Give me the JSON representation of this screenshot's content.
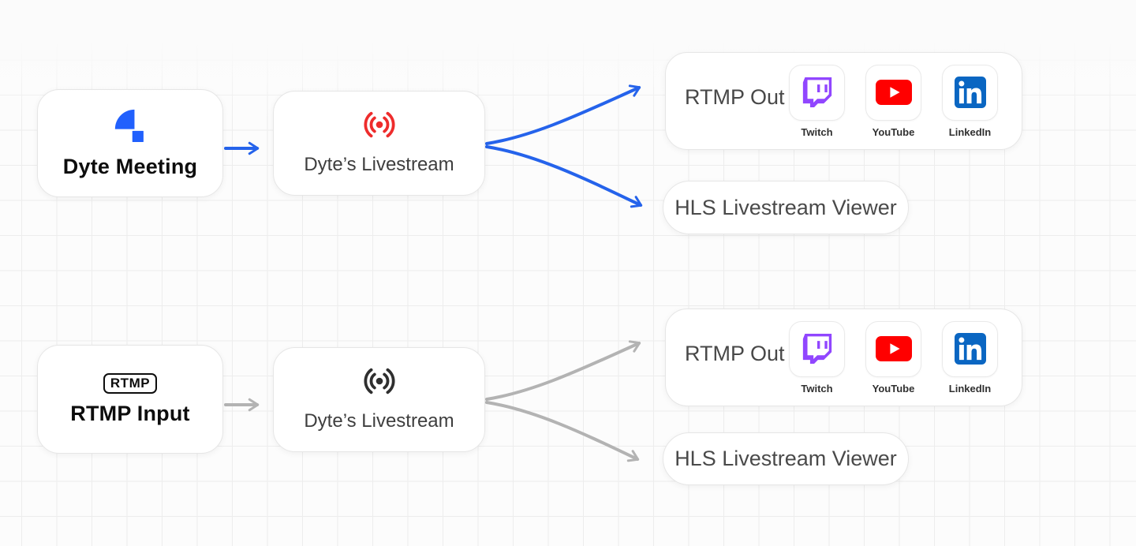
{
  "diagram": {
    "top_flow": {
      "source": {
        "label": "Dyte Meeting"
      },
      "livestream": {
        "label": "Dyte’s Livestream"
      },
      "rtmp_out": {
        "label": "RTMP Out",
        "platforms": [
          "Twitch",
          "YouTube",
          "LinkedIn"
        ]
      },
      "hls": {
        "label": "HLS Livestream Viewer"
      }
    },
    "bottom_flow": {
      "source": {
        "label": "RTMP Input",
        "badge": "RTMP"
      },
      "livestream": {
        "label": "Dyte’s Livestream"
      },
      "rtmp_out": {
        "label": "RTMP Out",
        "platforms": [
          "Twitch",
          "YouTube",
          "LinkedIn"
        ]
      },
      "hls": {
        "label": "HLS Livestream Viewer"
      }
    },
    "colors": {
      "flow_active": "#2563eb",
      "flow_inactive": "#b3b3b3",
      "live_red": "#ee2c2c",
      "dyte_blue": "#2160fd",
      "twitch_purple": "#9146FF",
      "youtube_red": "#FF0000",
      "linkedin_blue": "#0A66C2"
    }
  }
}
